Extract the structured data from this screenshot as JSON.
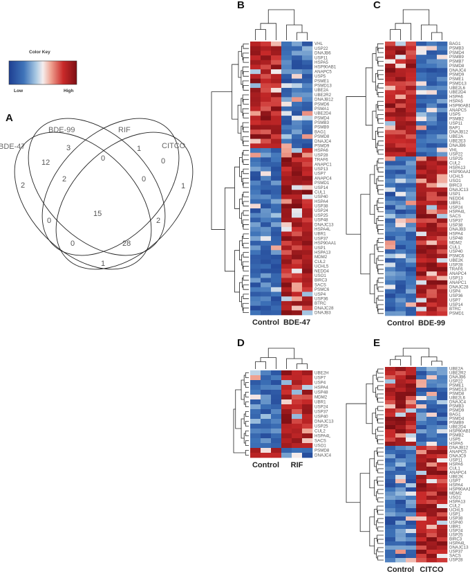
{
  "chart_data": [
    {
      "type": "venn",
      "panel": "A",
      "sets": [
        "BDE-47",
        "BDE-99",
        "RIF",
        "CITCO"
      ],
      "regions": [
        {
          "sets": [
            "BDE-47"
          ],
          "value": 2
        },
        {
          "sets": [
            "BDE-99"
          ],
          "value": 3
        },
        {
          "sets": [
            "RIF"
          ],
          "value": 1
        },
        {
          "sets": [
            "CITCO"
          ],
          "value": 1
        },
        {
          "sets": [
            "BDE-47",
            "BDE-99"
          ],
          "value": 12
        },
        {
          "sets": [
            "BDE-99",
            "RIF"
          ],
          "value": 0
        },
        {
          "sets": [
            "RIF",
            "CITCO"
          ],
          "value": 0
        },
        {
          "sets": [
            "BDE-47",
            "BDE-99",
            "RIF"
          ],
          "value": 2
        },
        {
          "sets": [
            "BDE-99",
            "RIF",
            "CITCO"
          ],
          "value": 0
        },
        {
          "sets": [
            "BDE-47",
            "RIF"
          ],
          "value": 0
        },
        {
          "sets": [
            "BDE-99",
            "CITCO"
          ],
          "value": 2
        },
        {
          "sets": [
            "BDE-47",
            "BDE-99",
            "RIF",
            "CITCO"
          ],
          "value": 15
        },
        {
          "sets": [
            "BDE-47",
            "RIF",
            "CITCO"
          ],
          "value": 0
        },
        {
          "sets": [
            "BDE-47",
            "BDE-99",
            "CITCO"
          ],
          "value": 28
        },
        {
          "sets": [
            "BDE-47",
            "CITCO"
          ],
          "value": 1
        }
      ],
      "legend": {
        "title": "Color Key",
        "low": "Low",
        "high": "High",
        "colors": [
          "#1e3f92",
          "#3f74b9",
          "#9cc2e0",
          "#f4ecec",
          "#ef9a8a",
          "#c92a2a",
          "#7d0f14"
        ]
      }
    },
    {
      "type": "heatmap",
      "panel": "B",
      "groups": [
        "Control",
        "BDE-47"
      ],
      "genes": [
        "VHL",
        "USP22",
        "DNAJB6",
        "USP11",
        "HSPA5",
        "HSP90AB1",
        "ANAPC5",
        "USP5",
        "PSME1",
        "PSMD13",
        "UBE2A",
        "UBE2R2",
        "DNAJB12",
        "PSMD6",
        "PSMA1",
        "UBE2D4",
        "PSMD4",
        "PSMB3",
        "PSMB9",
        "BAG1",
        "PSMD8",
        "DNAJC4",
        "PSMD9",
        "HSPA6",
        "USP28",
        "TRAF6",
        "ANAPC1",
        "USP13",
        "USP7",
        "ANAPC4",
        "PSMD1",
        "USP14",
        "CUL1",
        "USP40",
        "HSPA4",
        "USP38",
        "USP24",
        "USP25",
        "USP48",
        "DNAJC13",
        "HSPA4L",
        "UBR1",
        "USP37",
        "HSP90AA1",
        "USP1",
        "HSPA13",
        "MDM2",
        "CUL2",
        "UCHL5",
        "NEDD4",
        "USO1",
        "BIRC3",
        "SACS",
        "PSMC6",
        "USP4",
        "USP36",
        "BTRC",
        "DNAJC28",
        "DNAJB3"
      ]
    },
    {
      "type": "heatmap",
      "panel": "C",
      "groups": [
        "Control",
        "BDE-99"
      ],
      "genes": [
        "BAG1",
        "PSMB3",
        "PSMD4",
        "PSMB9",
        "PSMB7",
        "PSMD8",
        "DNAJC4",
        "PSMD9",
        "PSME1",
        "PSMD13",
        "UBE2L6",
        "UBE2D4",
        "HSPA6",
        "HSPA5",
        "HSP90AB1",
        "ANAPC5",
        "USP5",
        "PSMB2",
        "USP11",
        "BAP1",
        "DNAJB12",
        "UBE2A",
        "UBE2E3",
        "DNAJB6",
        "VHL",
        "USP22",
        "USP25",
        "CUL2",
        "HSPA13",
        "HSP90AA1",
        "UCHL5",
        "USO1",
        "BIRC3",
        "DNAJC13",
        "USP1",
        "NEDD4",
        "UBR1",
        "USP24",
        "HSPA4L",
        "SACS",
        "USP37",
        "USP38",
        "DNAJB3",
        "HSPA4",
        "USP48",
        "MDM2",
        "CUL1",
        "USP40",
        "PSMC6",
        "UBE2K",
        "USP28",
        "TRAF6",
        "ANAPC4",
        "USP13",
        "ANAPC1",
        "DNAJC28",
        "USP4",
        "USP36",
        "USP7",
        "USP14",
        "BTRC",
        "PSMD1"
      ]
    },
    {
      "type": "heatmap",
      "panel": "D",
      "groups": [
        "Control",
        "RIF"
      ],
      "genes": [
        "UBE2H",
        "USP7",
        "USP4",
        "HSPA4",
        "USP48",
        "MDM2",
        "UBR1",
        "USP24",
        "USP37",
        "USP40",
        "DNAJC13",
        "USP25",
        "CUL2",
        "HSPA4L",
        "SACS",
        "USO1",
        "PSMD8",
        "DNAJC4"
      ]
    },
    {
      "type": "heatmap",
      "panel": "E",
      "groups": [
        "Control",
        "CITCO"
      ],
      "genes": [
        "UBE2A",
        "UBE2R2",
        "DNAJB6",
        "USP22",
        "PSME1",
        "PSMD13",
        "PSMD8",
        "UBE2L6",
        "DNAJC4",
        "PSMB3",
        "PSMD9",
        "BAG1",
        "PSMD4",
        "PSMB9",
        "UBE2D4",
        "HSP90AB1",
        "PSMB2",
        "USP5",
        "HSPA5",
        "DNAJB12",
        "ANAPC5",
        "DNAJC9",
        "USP11",
        "HSPA6",
        "CUL1",
        "ANAPC4",
        "UBE2K",
        "USP7",
        "HSPA4",
        "HSP90AA1",
        "MDM2",
        "USO1",
        "HSPA13",
        "CUL2",
        "UCHL5",
        "USP1",
        "USP38",
        "USP40",
        "UBR1",
        "USP24",
        "USP25",
        "BIRC3",
        "HSPA4L",
        "DNAJC13",
        "USP37",
        "SACS",
        "USP28"
      ]
    }
  ],
  "labels": {
    "A": "A",
    "B": "B",
    "C": "C",
    "D": "D",
    "E": "E",
    "key_title": "Color Key",
    "key_low": "Low",
    "key_high": "High",
    "set_bde47": "BDE-47",
    "set_bde99": "BDE-99",
    "set_rif": "RIF",
    "set_citco": "CITCO"
  }
}
